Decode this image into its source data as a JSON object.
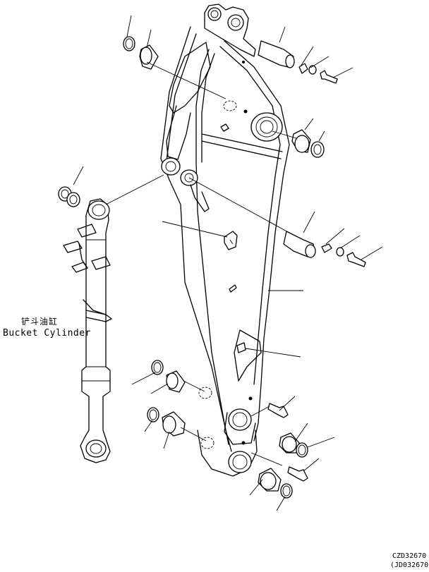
{
  "labels": {
    "bucket_cylinder_cn": "铲斗油缸",
    "bucket_cylinder_en": "Bucket Cylinder",
    "drawing_ref_1": "CZD32670",
    "drawing_ref_2": "(JD032670)"
  }
}
